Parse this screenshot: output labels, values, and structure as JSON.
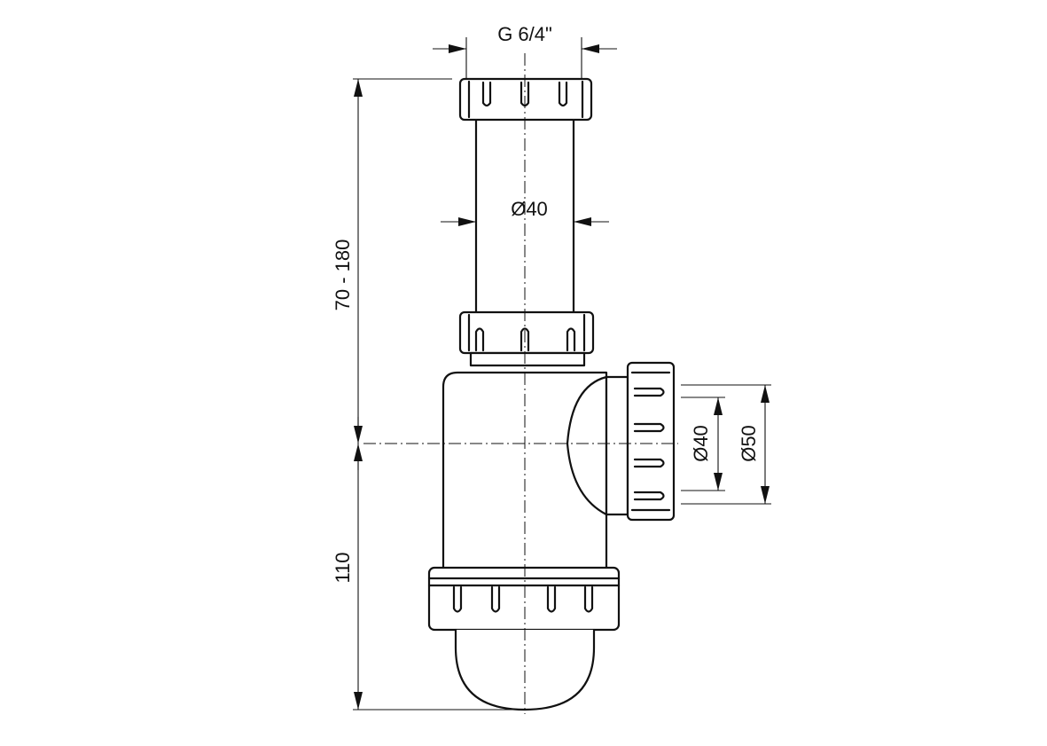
{
  "drawing": {
    "dimensions": {
      "thread": "G 6/4\"",
      "pipe_diameter": "Ø40",
      "height_adjustable": "70 - 180",
      "height_outlet": "110",
      "outlet_inner": "Ø40",
      "outlet_outer": "Ø50"
    },
    "colors": {
      "line": "#111111",
      "background": "#ffffff"
    }
  }
}
